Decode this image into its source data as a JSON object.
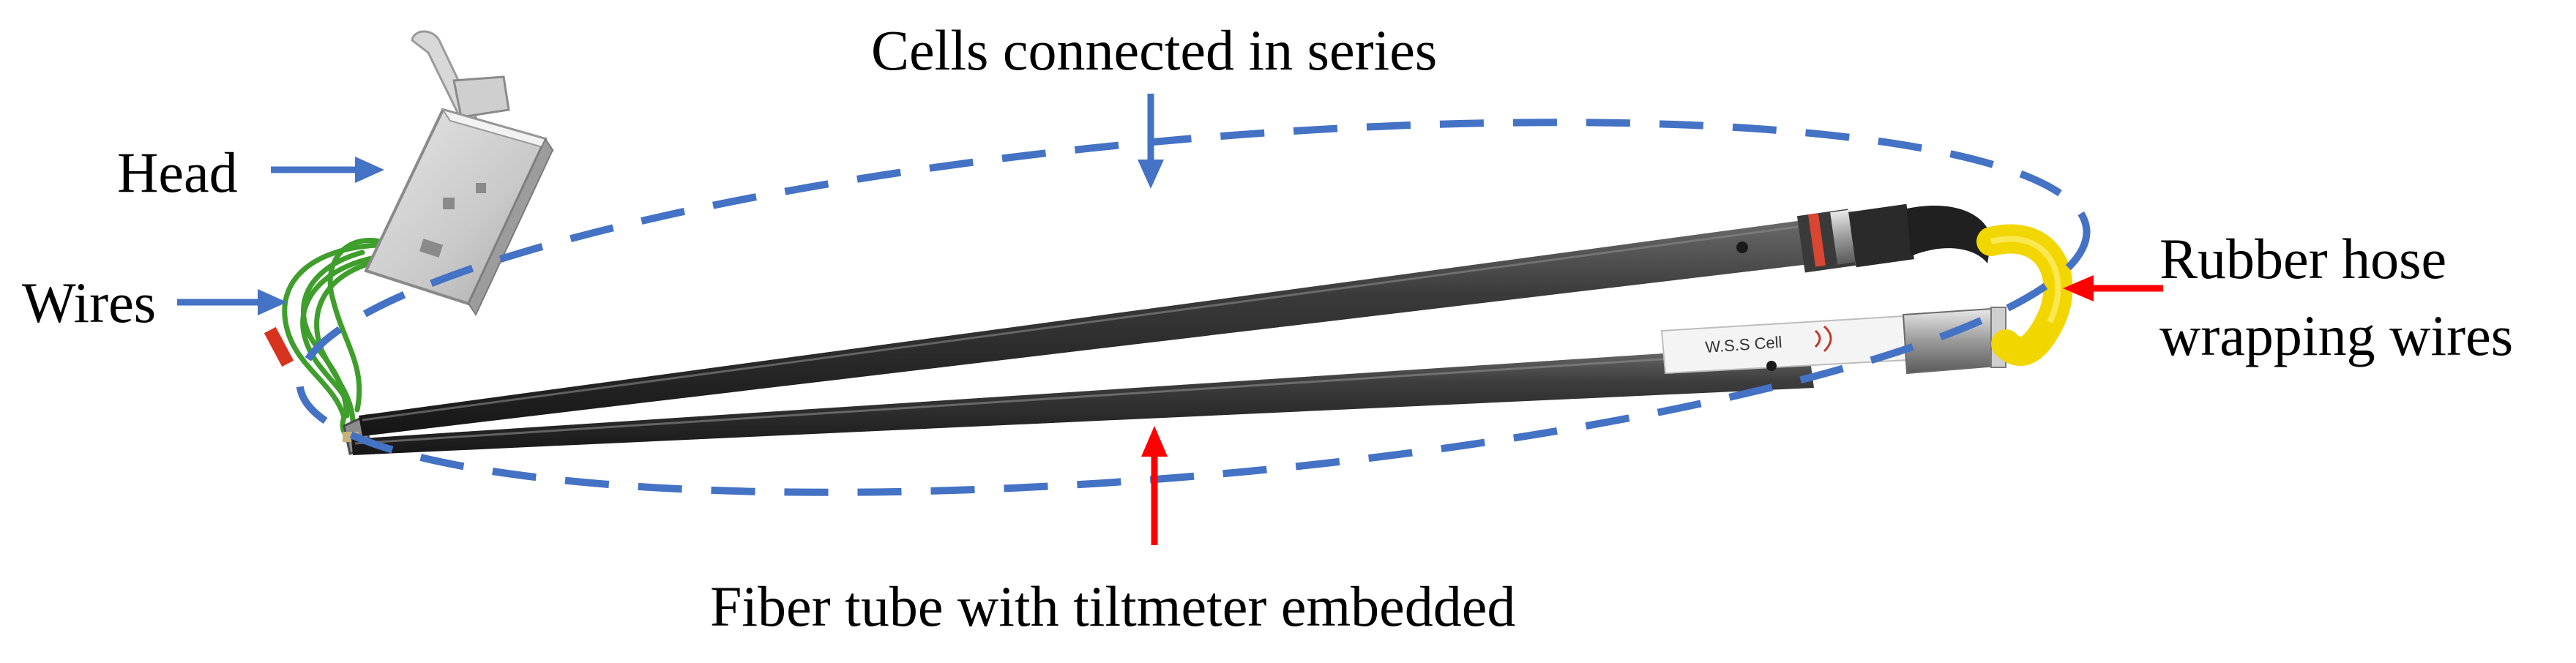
{
  "labels": {
    "cells": "Cells connected in series",
    "head": "Head",
    "wires": "Wires",
    "rubber_line1": "Rubber hose",
    "rubber_line2": "wrapping wires",
    "fiber": "Fiber tube with tiltmeter embedded",
    "cell_tag": "W.S.S Cell"
  },
  "colors": {
    "blue_arrow": "#4472c4",
    "red_arrow": "#ff0000",
    "dashed_outline": "#4472c4",
    "tube": "#2f2f2f",
    "yellow_hose": "#f2d600",
    "green_wire": "#3f9e2c"
  },
  "icons": {
    "blue_arrow": "arrow-icon",
    "red_arrow": "arrow-icon"
  }
}
